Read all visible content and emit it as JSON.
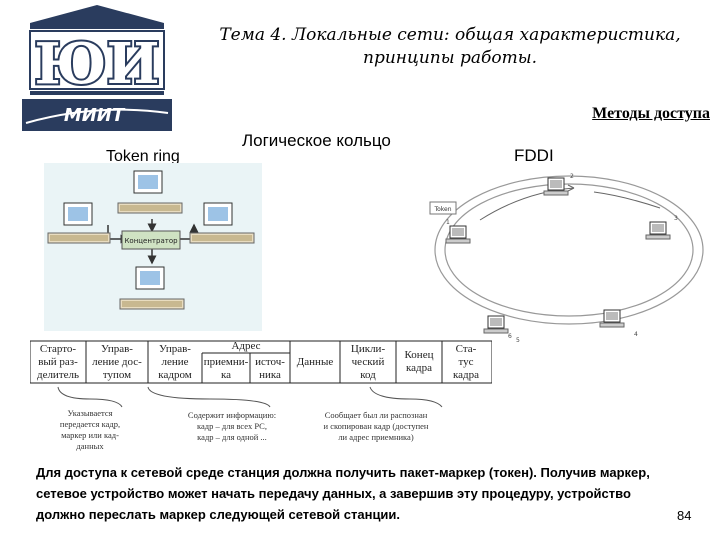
{
  "logo": {
    "top_text": "ЮИ",
    "bottom_text": "МИИТ"
  },
  "title": {
    "line1": "Тема 4. Локальные сети: общая характеристика,",
    "line2": "принципы работы."
  },
  "methods_heading": "Методы доступа",
  "token_ring": {
    "label": "Token ring",
    "hub_label": "Концентратор"
  },
  "logical_ring": {
    "label": "Логическое кольцо"
  },
  "fddi": {
    "label": "FDDI",
    "token_label": "Token",
    "station_numbers": [
      "1",
      "2",
      "3",
      "4",
      "5",
      "6"
    ]
  },
  "frame": {
    "cells": [
      "Старто-\nвый раз-\nделитель",
      "Управ-\nление дос-\nтупом",
      "Управ-\nление\nкадром",
      "приемни-\nка",
      "источ-\nника",
      "Данные",
      "Цикли-\nческий\nкод",
      "Конец\nкадра",
      "Ста-\nтус\nкадра"
    ],
    "address_header": "Адрес",
    "notes": [
      "Указывается\nпередается кадр,\nмаркер или кад-\nданных",
      "Содержит информацию:\nкадр – для всех РС,\nкадр – для одной ...",
      "Сообщает был ли распознан\nи скопирован кадр (доступен\nли адрес приемника)"
    ]
  },
  "bottom_text": "Для доступа к сетевой среде станция должна получить пакет-маркер (токен). Получив маркер, сетевое устройство может начать передачу данных, а завершив эту процедуру, устройство должно переслать маркер следующей сетевой станции.",
  "page_number": "84",
  "colors": {
    "logo_dark": "#2a3c5e",
    "logo_mid": "#4a6aa0",
    "token_bg": "#eaf4f6",
    "arrow": "#333333"
  }
}
